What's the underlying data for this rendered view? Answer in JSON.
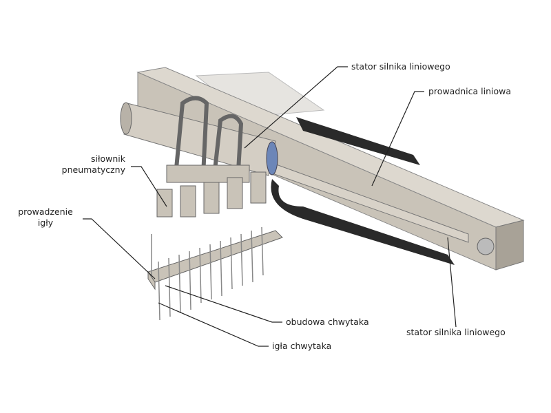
{
  "labels": {
    "stator_top": "stator silnika liniowego",
    "guide_rail": "prowadnica liniowa",
    "pneumatic_line1": "siłownik",
    "pneumatic_line2": "pneumatyczny",
    "needle_guide_line1": "prowadzenie",
    "needle_guide_line2": "igły",
    "gripper_housing": "obudowa chwytaka",
    "gripper_needle": "igła chwytaka",
    "stator_bottom": "stator silnika liniowego"
  },
  "colors": {
    "body": "#c9c3b8",
    "shade": "#9a948a",
    "chain": "#2a2a2a",
    "line": "#222222"
  }
}
